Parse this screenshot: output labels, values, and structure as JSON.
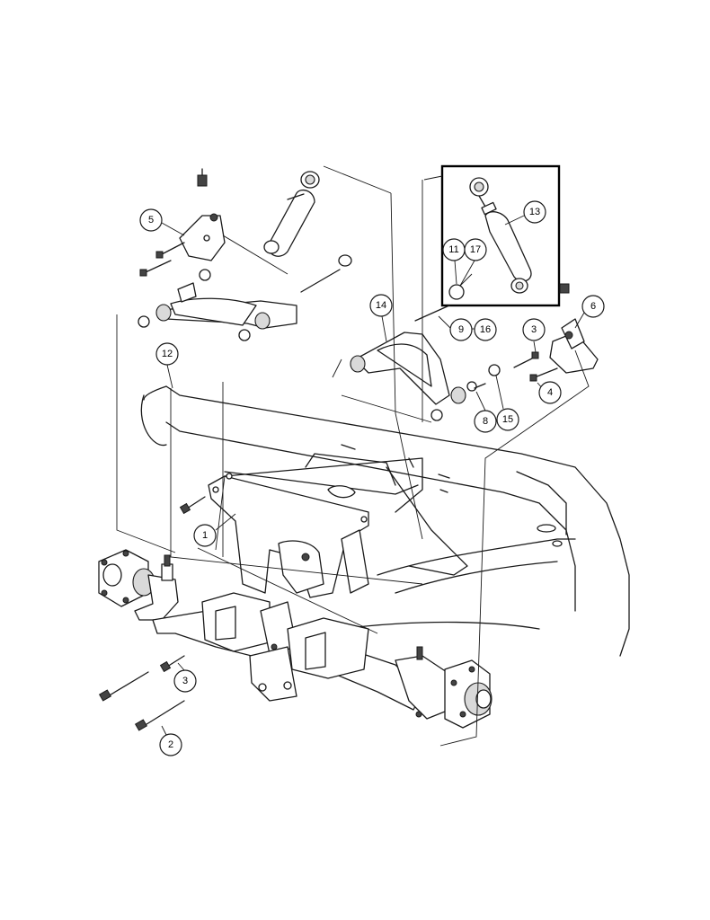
{
  "callouts": [
    {
      "id": "c1",
      "label": "1"
    },
    {
      "id": "c2",
      "label": "2"
    },
    {
      "id": "c3a",
      "label": "3"
    },
    {
      "id": "c3b",
      "label": "3"
    },
    {
      "id": "c4",
      "label": "4"
    },
    {
      "id": "c5",
      "label": "5"
    },
    {
      "id": "c6",
      "label": "6"
    },
    {
      "id": "c8",
      "label": "8"
    },
    {
      "id": "c9",
      "label": "9"
    },
    {
      "id": "c11",
      "label": "11"
    },
    {
      "id": "c12",
      "label": "12"
    },
    {
      "id": "c13",
      "label": "13"
    },
    {
      "id": "c14",
      "label": "14"
    },
    {
      "id": "c15",
      "label": "15"
    },
    {
      "id": "c16",
      "label": "16"
    },
    {
      "id": "c17",
      "label": "17"
    }
  ]
}
